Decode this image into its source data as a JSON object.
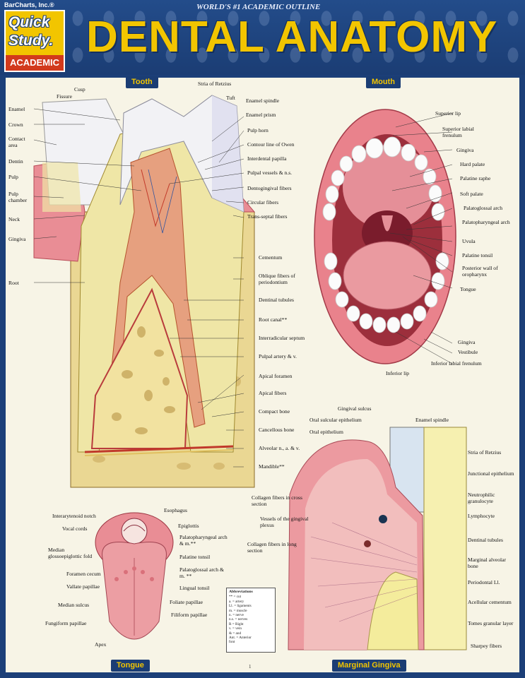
{
  "header": {
    "publisher": "BarCharts, Inc.®",
    "badge_quick": "Quick",
    "badge_study": "Study.",
    "badge_academic": "ACADEMIC",
    "outline": "WORLD'S #1 ACADEMIC OUTLINE",
    "title": "DENTAL ANATOMY"
  },
  "sections": {
    "tooth": "Tooth",
    "mouth": "Mouth",
    "tongue": "Tongue",
    "gingiva": "Marginal Gingiva"
  },
  "tooth_labels_left": [
    "Cusp",
    "Fissure",
    "Enamel",
    "Crown",
    "Contact area",
    "Dentin",
    "Pulp",
    "Pulp chamber",
    "Neck",
    "Gingiva",
    "Root"
  ],
  "tooth_labels_right": [
    "Stria of Retzius",
    "Tuft",
    "Enamel spindle",
    "Enamel prism",
    "Pulp horn",
    "Contour line of Owen",
    "Interdental papilla",
    "Pulpal vessels & n.s.",
    "Dentogingival fibers",
    "Circular fibers",
    "Trans-septal fibers",
    "Cementum",
    "Oblique fibers of periodontium",
    "Dentinal tubules",
    "Root canal**",
    "Interradicular septum",
    "Pulpal artery & v.",
    "Apical foramen",
    "Apical fibers",
    "Compact bone",
    "Cancellous bone",
    "Alveolar n., a. & v.",
    "Mandible**"
  ],
  "mouth_labels": [
    "Superior lip",
    "Superior labial frenulum",
    "Gingiva",
    "Hard palate",
    "Palatine raphe",
    "Soft palate",
    "Palatoglossal arch",
    "Palatopharyngeal arch",
    "Uvula",
    "Palatine tonsil",
    "Posterior wall of oropharynx",
    "Tongue",
    "Gingiva",
    "Vestibule",
    "Inferior labial frenulum",
    "Inferior lip"
  ],
  "tongue_labels_left": [
    "Interarytenoid notch",
    "Vocal cords",
    "Median glossoepiglottic fold",
    "Foramen cecum",
    "Vallate papillae",
    "Median sulcus",
    "Fungiform papillae",
    "Apex"
  ],
  "tongue_labels_right": [
    "Esophagus",
    "Epiglottis",
    "Palatopharyngeal arch & m.**",
    "Palatine tonsil",
    "Palatoglossal arch & m. **",
    "Lingual tonsil",
    "Foliate papillae",
    "Filiform papillae"
  ],
  "gingiva_labels_top": [
    "Gingival sulcus",
    "Enamel spindle",
    "Oral sulcular epithelium",
    "Oral epithelium"
  ],
  "gingiva_labels_left": [
    "Collagen fibers in cross section",
    "Vessels of the gingival plexus",
    "Collagen fibers in long section"
  ],
  "gingiva_labels_right": [
    "Stria of Retzius",
    "Junctional epithelium",
    "Neutrophilic granulocyte",
    "Lymphocyte",
    "Dentinal tubules",
    "Marginal alveolar bone",
    "Periodontal Ll.",
    "Acellular cementum",
    "Tomes granular layer",
    "Sharpey fibers"
  ],
  "abbreviations": {
    "title": "Abbreviations",
    "lines": [
      "** = cut",
      "a. = artery",
      "Ll. = ligaments",
      "m. = muscle",
      "n. = nerve",
      "n.s. = nerves",
      "R = Right",
      "v. = vein",
      "& = and",
      "Ant. = Anterior",
      "font"
    ]
  },
  "page_number": "1",
  "colors": {
    "header_blue": "#1b3d74",
    "title_yellow": "#f2c500",
    "panel_bg": "#f7f4e6",
    "enamel": "#f2f2f5",
    "dentin": "#efe6a6",
    "pulp": "#e6a07f",
    "gum": "#e98d95",
    "bone": "#e7cf86"
  }
}
